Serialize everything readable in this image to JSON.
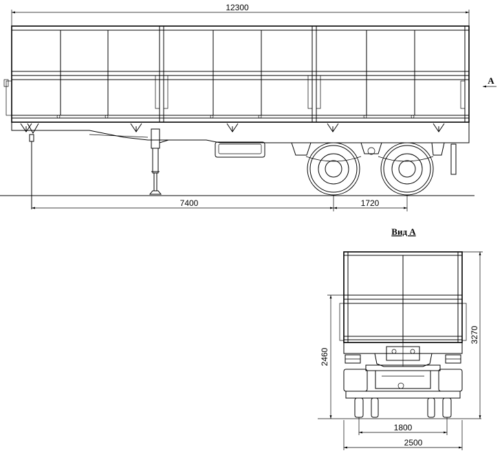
{
  "dimensions": {
    "overall_length": "12300",
    "kingpin_to_axle": "7400",
    "axle_spacing": "1720",
    "track_width": "1800",
    "overall_width": "2500",
    "platform_height": "2460",
    "overall_height": "3270"
  },
  "view_marker": {
    "letter": "A",
    "heading": "Вид А"
  }
}
